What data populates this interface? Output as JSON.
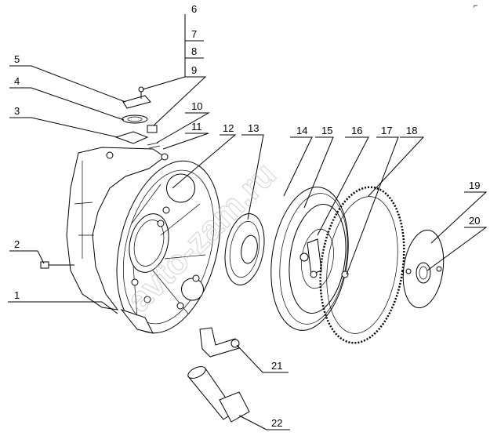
{
  "callouts": [
    "1",
    "2",
    "3",
    "4",
    "5",
    "6",
    "7",
    "8",
    "9",
    "10",
    "11",
    "12",
    "13",
    "14",
    "15",
    "16",
    "17",
    "18",
    "19",
    "20",
    "21",
    "22"
  ],
  "watermark": "avto-zam.ru",
  "corner_mark": "⌐"
}
